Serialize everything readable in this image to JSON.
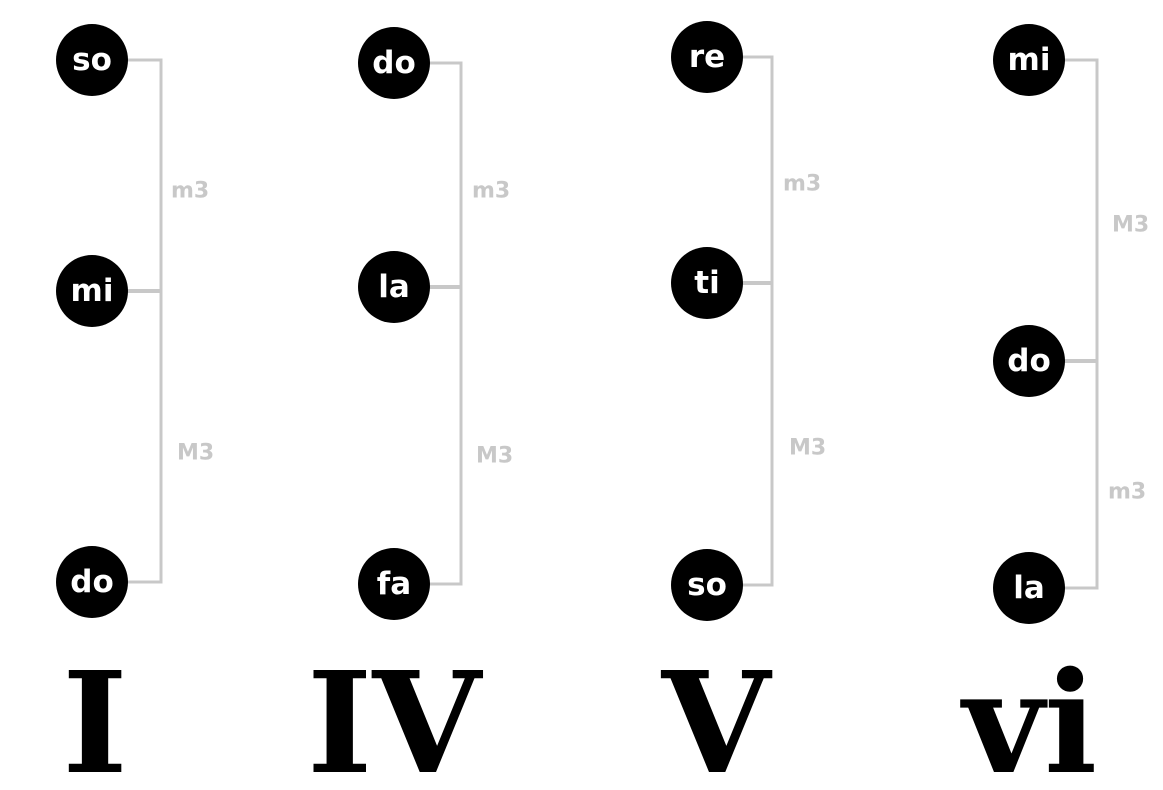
{
  "colors": {
    "node_fill": "#000000",
    "node_text": "#ffffff",
    "bracket": "#c8c8c8",
    "interval_text": "#c8c8c8",
    "numeral": "#000000"
  },
  "chords": [
    {
      "numeral": "I",
      "notes": {
        "top": "so",
        "middle": "mi",
        "bottom": "do"
      },
      "intervals": {
        "upper": "m3",
        "lower": "M3"
      }
    },
    {
      "numeral": "IV",
      "notes": {
        "top": "do",
        "middle": "la",
        "bottom": "fa"
      },
      "intervals": {
        "upper": "m3",
        "lower": "M3"
      }
    },
    {
      "numeral": "V",
      "notes": {
        "top": "re",
        "middle": "ti",
        "bottom": "so"
      },
      "intervals": {
        "upper": "m3",
        "lower": "M3"
      }
    },
    {
      "numeral": "vi",
      "notes": {
        "top": "mi",
        "middle": "do",
        "bottom": "la"
      },
      "intervals": {
        "upper": "M3",
        "lower": "m3"
      }
    }
  ]
}
